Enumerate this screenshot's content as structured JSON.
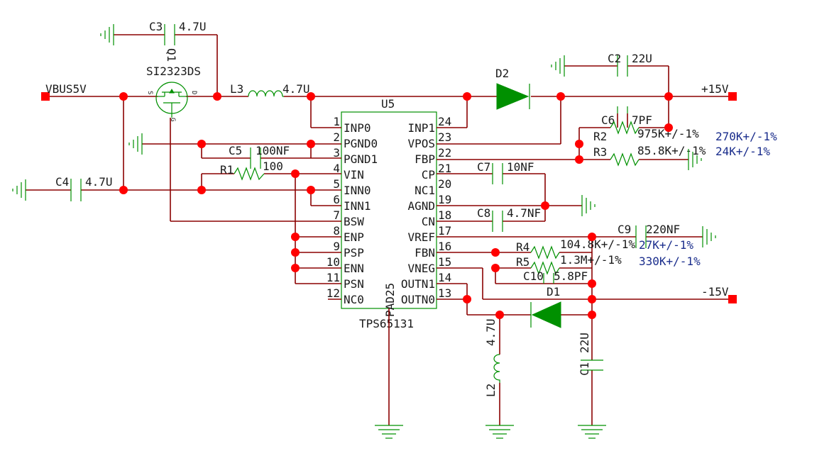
{
  "ic": {
    "ref": "U5",
    "part": "TPS65131",
    "pad": "PAD25",
    "left_pins": [
      {
        "num": "1",
        "name": "INP0"
      },
      {
        "num": "2",
        "name": "PGND0"
      },
      {
        "num": "3",
        "name": "PGND1"
      },
      {
        "num": "4",
        "name": "VIN"
      },
      {
        "num": "5",
        "name": "INN0"
      },
      {
        "num": "6",
        "name": "INN1"
      },
      {
        "num": "7",
        "name": "BSW"
      },
      {
        "num": "8",
        "name": "ENP"
      },
      {
        "num": "9",
        "name": "PSP"
      },
      {
        "num": "10",
        "name": "ENN"
      },
      {
        "num": "11",
        "name": "PSN"
      },
      {
        "num": "12",
        "name": "NC0"
      }
    ],
    "right_pins": [
      {
        "num": "24",
        "name": "INP1"
      },
      {
        "num": "23",
        "name": "VPOS"
      },
      {
        "num": "22",
        "name": "FBP"
      },
      {
        "num": "21",
        "name": "CP"
      },
      {
        "num": "20",
        "name": "NC1"
      },
      {
        "num": "19",
        "name": "AGND"
      },
      {
        "num": "18",
        "name": "CN"
      },
      {
        "num": "17",
        "name": "VREF"
      },
      {
        "num": "16",
        "name": "FBN"
      },
      {
        "num": "15",
        "name": "VNEG"
      },
      {
        "num": "14",
        "name": "OUTN1"
      },
      {
        "num": "13",
        "name": "OUTN0"
      }
    ]
  },
  "nets": {
    "vbus": "VBUS5V",
    "pos": "+15V",
    "neg": "-15V"
  },
  "transistor": {
    "ref": "Q1",
    "part": "SI2323DS",
    "pin_s": "S",
    "pin_d": "D",
    "pin_g": "G"
  },
  "components": {
    "c3": {
      "ref": "C3",
      "value": "4.7U"
    },
    "c4": {
      "ref": "C4",
      "value": "4.7U"
    },
    "c5": {
      "ref": "C5",
      "value": "100NF"
    },
    "r1": {
      "ref": "R1",
      "value": "100"
    },
    "l3": {
      "ref": "L3",
      "value": "4.7U"
    },
    "d2": {
      "ref": "D2"
    },
    "c2": {
      "ref": "C2",
      "value": "22U"
    },
    "c6": {
      "ref": "C6",
      "value": "7PF"
    },
    "r2": {
      "ref": "R2",
      "value": "975K+/-1%",
      "alt": "270K+/-1%"
    },
    "r3": {
      "ref": "R3",
      "value": "85.8K+/-1%",
      "alt": "24K+/-1%"
    },
    "c7": {
      "ref": "C7",
      "value": "10NF"
    },
    "c8": {
      "ref": "C8",
      "value": "4.7NF"
    },
    "c9": {
      "ref": "C9",
      "value": "220NF"
    },
    "r4": {
      "ref": "R4",
      "value": "104.8K+/-1%",
      "alt": "27K+/-1%"
    },
    "r5": {
      "ref": "R5",
      "value": "1.3M+/-1%",
      "alt": "330K+/-1%"
    },
    "c10": {
      "ref": "C10",
      "value": "5.8PF"
    },
    "d1": {
      "ref": "D1"
    },
    "l2": {
      "ref": "L2",
      "value": "4.7U"
    },
    "c1": {
      "ref": "C1",
      "value": "22U"
    }
  },
  "colors": {
    "wire": "#8b0000",
    "junction": "#ff0000",
    "symbol": "#009000",
    "text": "#1a1a1a",
    "alt_value": "#1a2d8c"
  }
}
